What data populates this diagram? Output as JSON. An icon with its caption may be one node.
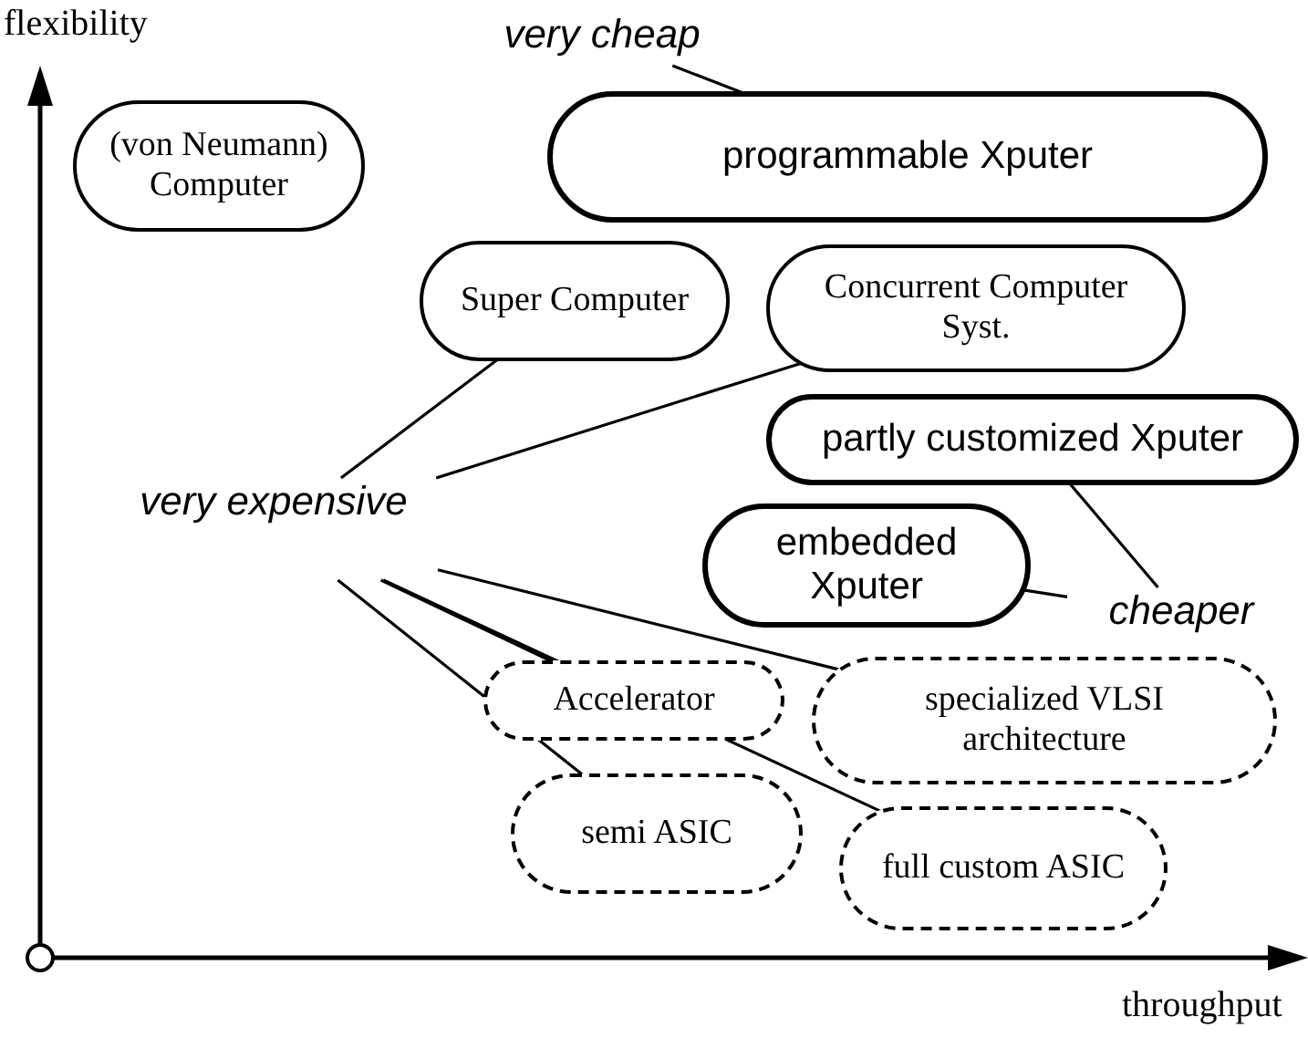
{
  "diagram": {
    "nodes": [
      {
        "text": [
          "(von Neumann) Computer"
        ]
      },
      {
        "text": [
          "programmable Xputer"
        ]
      },
      {
        "text": [
          "Super Computer"
        ]
      },
      {
        "text": [
          "Concurrent Computer Syst."
        ]
      },
      {
        "text": [
          "partly customized Xputer"
        ]
      },
      {
        "text": [
          "embedded Xputer"
        ]
      },
      {
        "text": [
          "Accelerator"
        ]
      },
      {
        "text": [
          "specialized VLSI architecture"
        ]
      },
      {
        "text": [
          "semi ASIC"
        ]
      },
      {
        "text": [
          "full custom ASIC"
        ]
      },
      {
        "text": [
          "very cheap"
        ]
      },
      {
        "text": [
          "very expensive"
        ]
      },
      {
        "text": [
          "cheaper"
        ]
      }
    ],
    "edges": [
      {
        "from": 10,
        "to": 1,
        "arrow": "none"
      },
      {
        "from": 11,
        "to": 2,
        "arrow": "none"
      },
      {
        "from": 11,
        "to": 3,
        "arrow": "none"
      },
      {
        "from": 11,
        "to": 6,
        "arrow": "none"
      },
      {
        "from": 11,
        "to": 7,
        "arrow": "none"
      },
      {
        "from": 11,
        "to": 8,
        "arrow": "none"
      },
      {
        "from": 11,
        "to": 9,
        "arrow": "none"
      },
      {
        "from": 12,
        "to": 5,
        "arrow": "none"
      },
      {
        "from": 12,
        "to": 4,
        "arrow": "none"
      }
    ],
    "labels": [
      "flexibility",
      "throughput"
    ]
  }
}
